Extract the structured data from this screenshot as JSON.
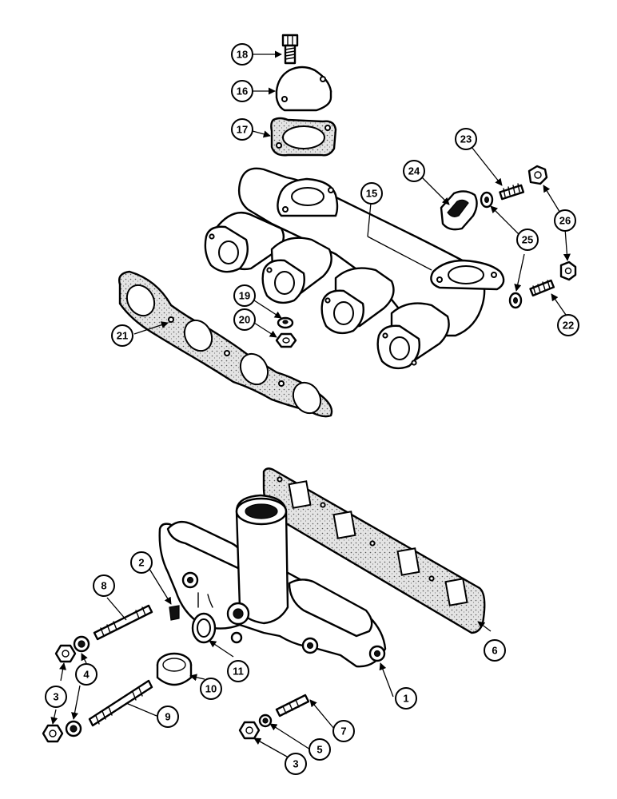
{
  "callouts": [
    {
      "id": "c18",
      "label": "18"
    },
    {
      "id": "c16",
      "label": "16"
    },
    {
      "id": "c17",
      "label": "17"
    },
    {
      "id": "c23",
      "label": "23"
    },
    {
      "id": "c24",
      "label": "24"
    },
    {
      "id": "c15",
      "label": "15"
    },
    {
      "id": "c26",
      "label": "26"
    },
    {
      "id": "c25a",
      "label": "25"
    },
    {
      "id": "c25b",
      "label": "25"
    },
    {
      "id": "c19",
      "label": "19"
    },
    {
      "id": "c20",
      "label": "20"
    },
    {
      "id": "c21",
      "label": "21"
    },
    {
      "id": "c22",
      "label": "22"
    },
    {
      "id": "c2",
      "label": "2"
    },
    {
      "id": "c8",
      "label": "8"
    },
    {
      "id": "c6",
      "label": "6"
    },
    {
      "id": "c4",
      "label": "4"
    },
    {
      "id": "c3a",
      "label": "3"
    },
    {
      "id": "c11",
      "label": "11"
    },
    {
      "id": "c10",
      "label": "10"
    },
    {
      "id": "c1",
      "label": "1"
    },
    {
      "id": "c9",
      "label": "9"
    },
    {
      "id": "c7",
      "label": "7"
    },
    {
      "id": "c5",
      "label": "5"
    },
    {
      "id": "c3b",
      "label": "3"
    }
  ]
}
